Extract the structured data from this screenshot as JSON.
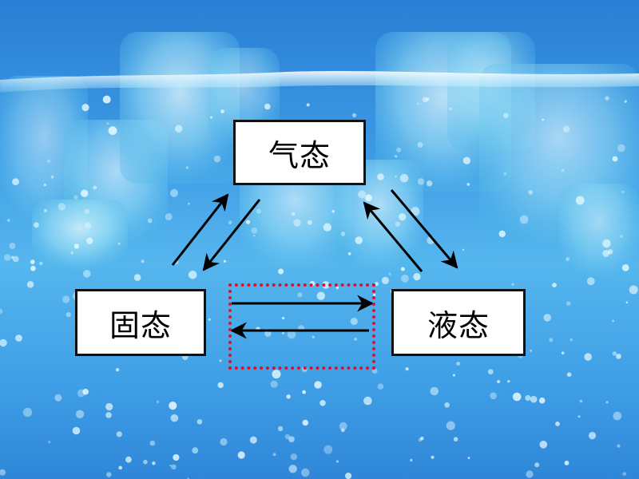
{
  "states": {
    "gas": "气态",
    "solid": "固态",
    "liquid": "液态"
  },
  "colors": {
    "box_fill": "#ffffff",
    "box_border": "#111111",
    "arrow": "#000000",
    "highlight": "#e0102a",
    "background": "#3b98e4"
  }
}
